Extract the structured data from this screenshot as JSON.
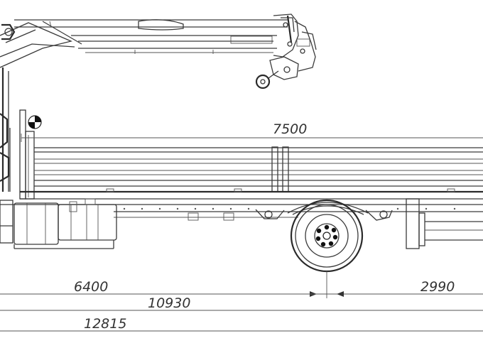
{
  "dimensions": {
    "bed_length": "7500",
    "front_to_axle": "6400",
    "rear_overhang": "2990",
    "wheelbase_total": "10930",
    "overall_length": "12815"
  }
}
